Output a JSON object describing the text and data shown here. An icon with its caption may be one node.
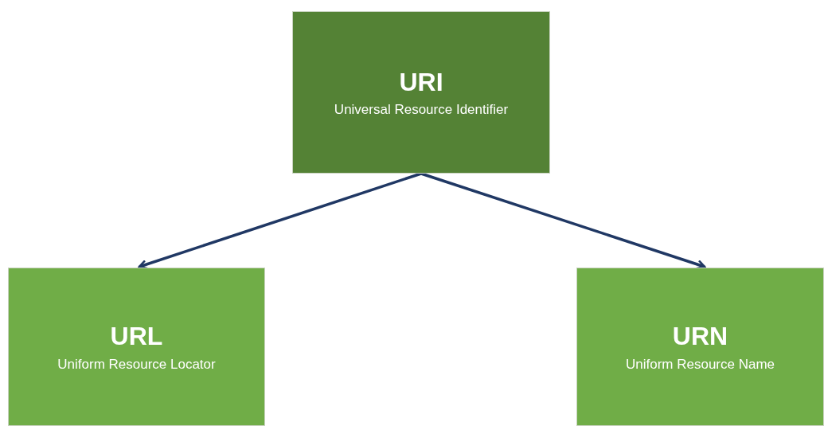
{
  "diagram": {
    "nodes": [
      {
        "text": [
          "URI",
          "Universal Resource Identifier"
        ]
      },
      {
        "text": [
          "URL",
          "Uniform Resource Locator"
        ]
      },
      {
        "text": [
          "URN",
          "Uniform Resource Name"
        ]
      }
    ],
    "edges": [
      {
        "from": 0,
        "to": 1,
        "arrow": "to"
      },
      {
        "from": 0,
        "to": 2,
        "arrow": "to"
      }
    ]
  }
}
